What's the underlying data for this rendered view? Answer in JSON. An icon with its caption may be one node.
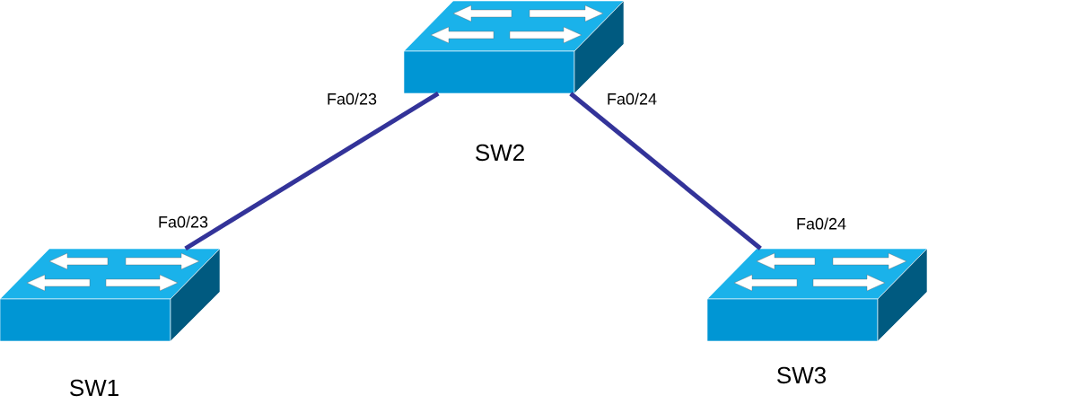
{
  "diagram": {
    "nodes": [
      {
        "text": [
          "SW2"
        ]
      },
      {
        "text": [
          "SW1"
        ]
      },
      {
        "text": [
          "SW3"
        ]
      }
    ],
    "edges": [
      {
        "from": 0,
        "to": 1,
        "arrow": "none"
      },
      {
        "from": 0,
        "to": 2,
        "arrow": "none"
      }
    ],
    "labels": [
      "Fa0/23",
      "Fa0/24",
      "Fa0/23",
      "Fa0/24"
    ]
  }
}
